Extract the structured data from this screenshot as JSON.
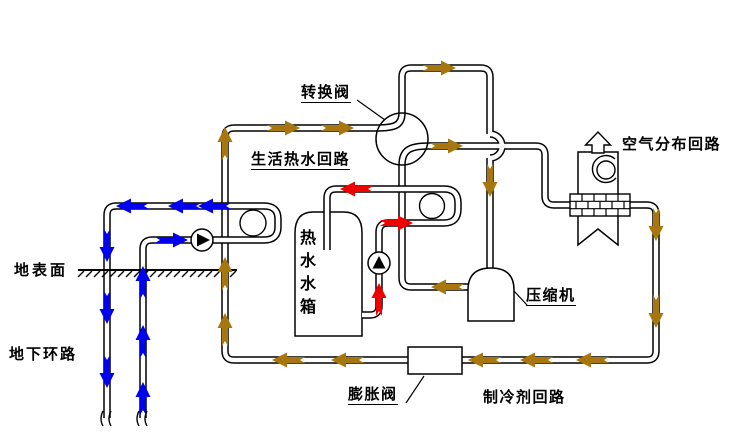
{
  "diagram": {
    "labels": {
      "reversing_valve": "转换阀",
      "domestic_hot_water_loop": "生活热水回路",
      "air_distribution_loop": "空气分布回路",
      "ground_surface": "地表面",
      "hot_water_tank": "热水水箱",
      "compressor": "压缩机",
      "underground_loop": "地下环路",
      "expansion_valve": "膨胀阀",
      "refrigerant_loop": "制冷剂回路"
    },
    "colors": {
      "ground_loop_flow": "#0000ee",
      "hot_water_flow": "#ee0000",
      "refrigerant_flow": "#a8760e",
      "line": "#000000",
      "background": "#ffffff"
    }
  }
}
